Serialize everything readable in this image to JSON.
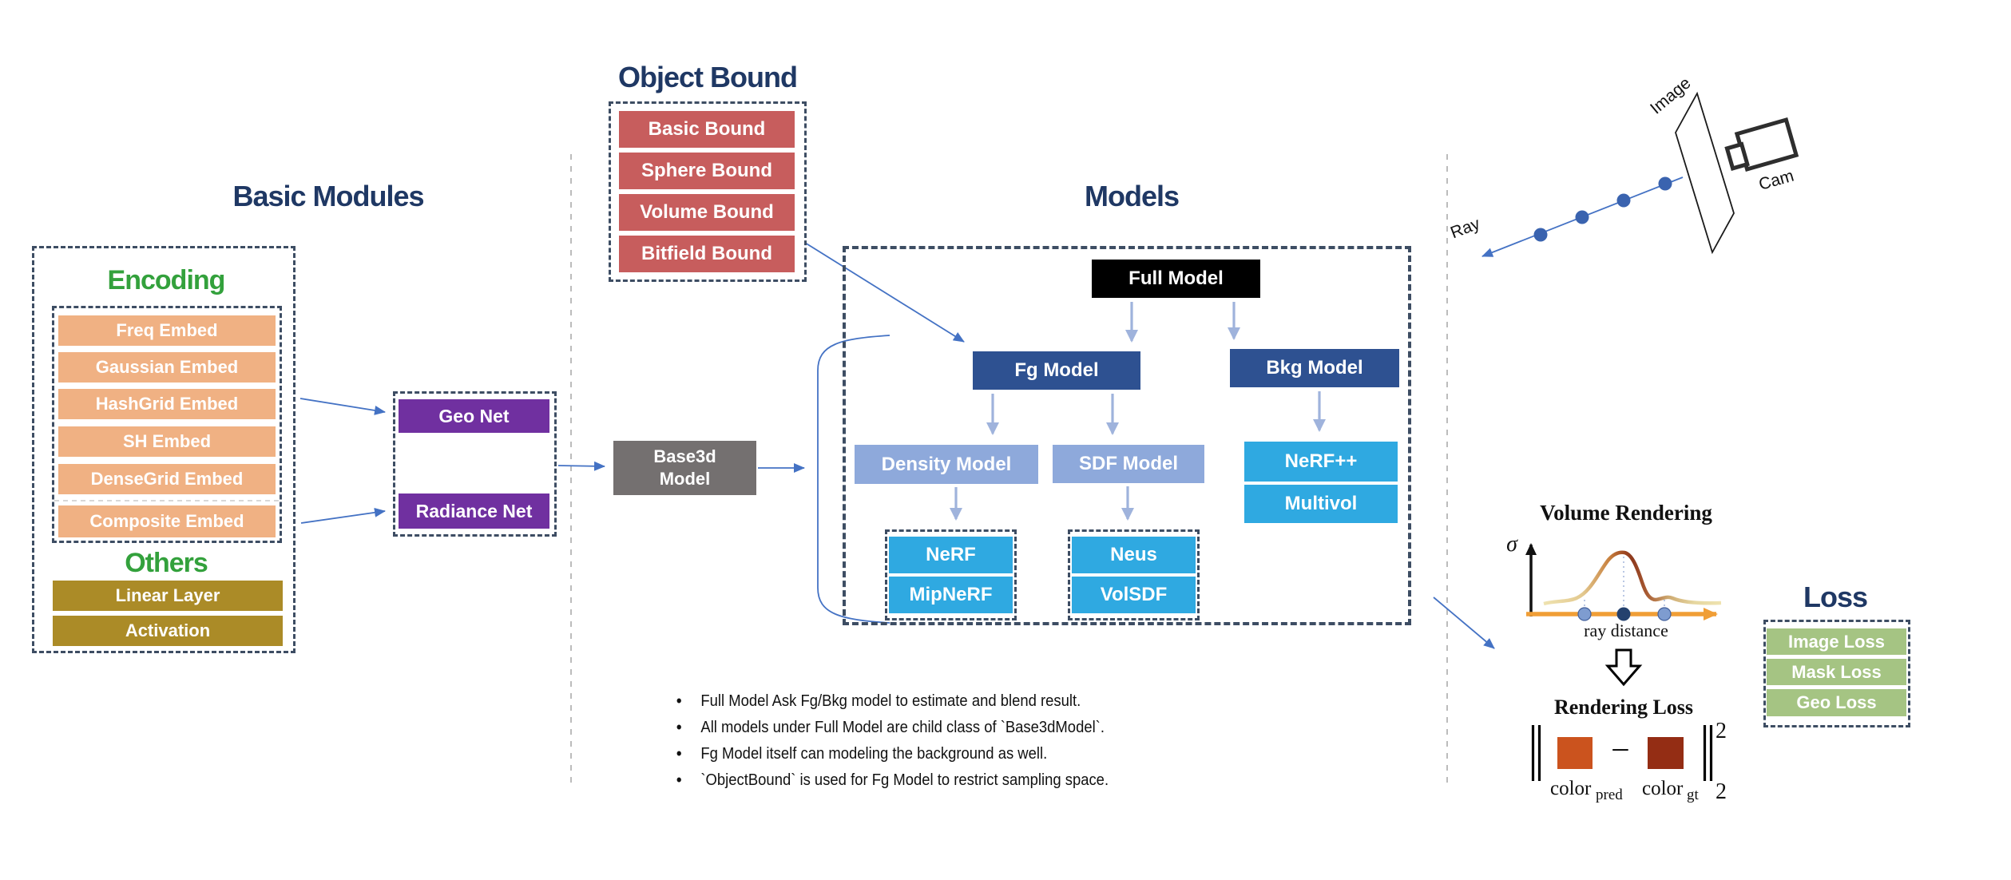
{
  "titles": {
    "basic_modules": "Basic Modules",
    "object_bound": "Object Bound",
    "models": "Models",
    "loss": "Loss"
  },
  "left": {
    "encoding_label": "Encoding",
    "embeds": [
      "Freq Embed",
      "Gaussian Embed",
      "HashGrid Embed",
      "SH Embed",
      "DenseGrid Embed",
      "Composite Embed"
    ],
    "others_label": "Others",
    "others": [
      "Linear Layer",
      "Activation"
    ]
  },
  "nets": {
    "geo": "Geo Net",
    "radiance": "Radiance Net"
  },
  "base3d": {
    "line1": "Base3d",
    "line2": "Model"
  },
  "object_bound": {
    "items": [
      "Basic Bound",
      "Sphere Bound",
      "Volume Bound",
      "Bitfield Bound"
    ]
  },
  "models": {
    "full": "Full Model",
    "fg": "Fg Model",
    "bkg": "Bkg Model",
    "density": "Density Model",
    "sdf": "SDF Model",
    "density_children": [
      "NeRF",
      "MipNeRF"
    ],
    "sdf_children": [
      "Neus",
      "VolSDF"
    ],
    "bkg_children": [
      "NeRF++",
      "Multivol"
    ]
  },
  "scene": {
    "image_label": "Image",
    "cam_label": "Cam",
    "ray_label": "Ray"
  },
  "volume": {
    "title": "Volume Rendering",
    "sigma": "σ",
    "xlabel": "ray distance",
    "loss_title": "Rendering Loss",
    "color_label": "color",
    "pred_sub": "pred",
    "gt_sub": "gt",
    "minus": "−",
    "sup2": "2",
    "sub2": "2"
  },
  "loss": {
    "items": [
      "Image Loss",
      "Mask Loss",
      "Geo Loss"
    ]
  },
  "notes": [
    "Full Model Ask Fg/Bkg model to estimate and blend result.",
    "All models under Full Model are child class of `Base3dModel`.",
    "Fg Model itself can modeling the background as well.",
    "`ObjectBound` is used for Fg Model to restrict sampling space."
  ],
  "colors": {
    "title_navy": "#1F3864",
    "green_title": "#33A13C",
    "embed": "#F0B183",
    "gold": "#AB8B27",
    "bound_red": "#C75D5D",
    "net_purple": "#7030A0",
    "base3d_gray": "#747070",
    "model_navy": "#2E5191",
    "periwinkle": "#8EA9DB",
    "cyan": "#2FA9E1",
    "loss_green": "#A5C483",
    "arrow_blue": "#4472C4",
    "arrow_light": "#9FB3DC",
    "axis_orange": "#F09E36",
    "color_pred": "#CB531E",
    "color_gt": "#942D14"
  }
}
